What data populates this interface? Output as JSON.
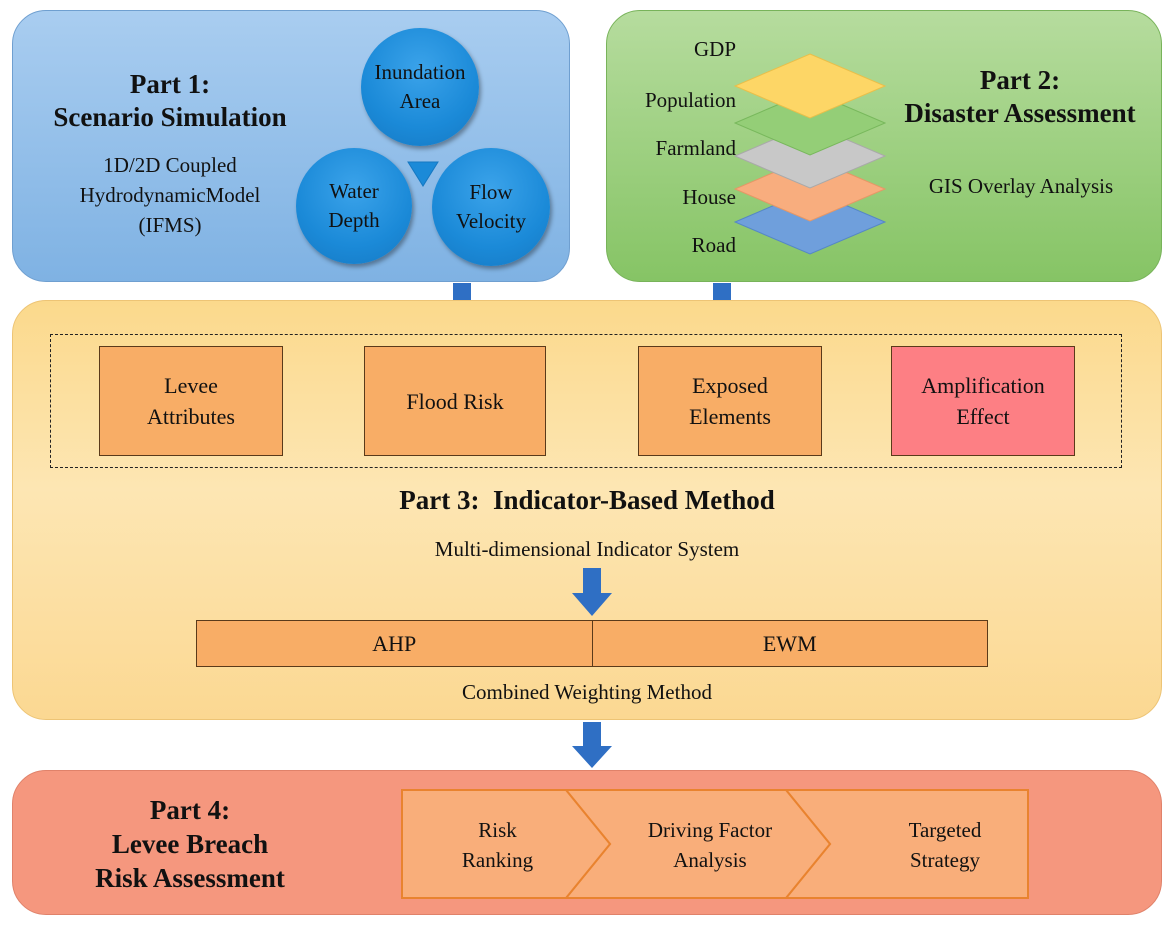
{
  "part1": {
    "title_line1": "Part 1:",
    "title_line2": "Scenario Simulation",
    "model_line1": "1D/2D Coupled",
    "model_line2": "HydrodynamicModel",
    "model_line3": "(IFMS)",
    "circles": [
      {
        "line1": "Inundation",
        "line2": "Area"
      },
      {
        "line1": "Water",
        "line2": "Depth"
      },
      {
        "line1": "Flow",
        "line2": "Velocity"
      }
    ]
  },
  "part2": {
    "title_line1": "Part 2:",
    "title_line2": "Disaster Assessment",
    "method": "GIS Overlay Analysis",
    "layers": [
      {
        "label": "GDP",
        "color": "#fdd666"
      },
      {
        "label": "Population",
        "color": "#94ce77"
      },
      {
        "label": "Farmland",
        "color": "#c8c8c8"
      },
      {
        "label": "House",
        "color": "#f8ad7e"
      },
      {
        "label": "Road",
        "color": "#6f9fdc"
      }
    ]
  },
  "part3": {
    "title": "Part 3:  Indicator-Based Method",
    "indicator_system": "Multi-dimensional Indicator System",
    "factors": [
      {
        "line1": "Levee",
        "line2": "Attributes"
      },
      {
        "line1": "Flood Risk",
        "line2": ""
      },
      {
        "line1": "Exposed",
        "line2": "Elements"
      },
      {
        "line1": "Amplification",
        "line2": "Effect"
      }
    ],
    "weight_left": "AHP",
    "weight_right": "EWM",
    "weighting_label": "Combined Weighting Method"
  },
  "part4": {
    "title_line1": "Part 4:",
    "title_line2": "Levee Breach",
    "title_line3": "Risk Assessment",
    "steps": [
      {
        "line1": "Risk",
        "line2": "Ranking"
      },
      {
        "line1": "Driving Factor",
        "line2": "Analysis"
      },
      {
        "line1": "Targeted",
        "line2": "Strategy"
      }
    ]
  },
  "colors": {
    "arrow": "#2f6fc4",
    "chevron_fill": "#f9ae7a",
    "chevron_stroke": "#e9832f"
  }
}
